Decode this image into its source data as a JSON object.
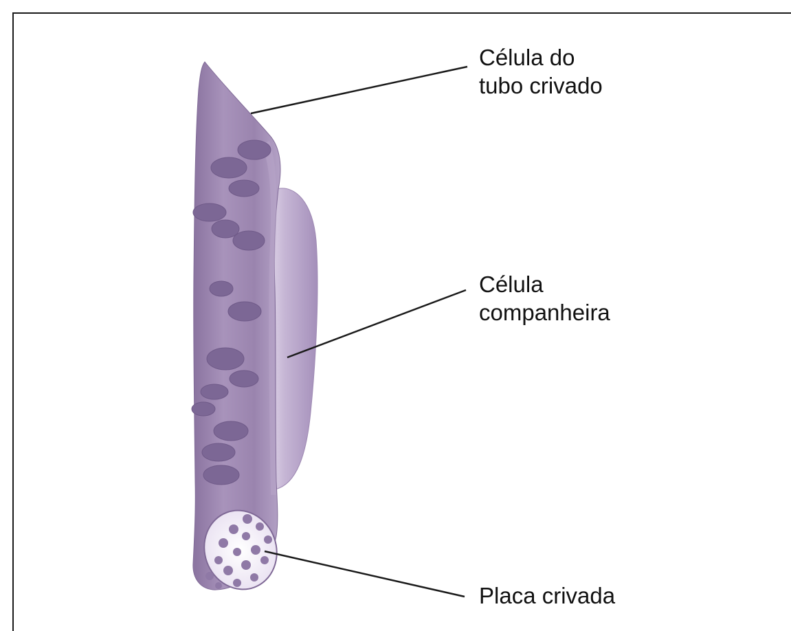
{
  "labels": {
    "sieve_tube_line1": "Célula do",
    "sieve_tube_line2": "tubo crivado",
    "companion_line1": "Célula",
    "companion_line2": "companheira",
    "sieve_plate": "Placa crivada"
  },
  "colors": {
    "sieve_tube_body": "#9b86ae",
    "sieve_tube_highlight": "#c2b4d0",
    "companion_cell": "#b9a8c9",
    "organelles": "#7a6592",
    "leader_lines": "#1a1a1a",
    "frame": "#1a1a1a"
  }
}
